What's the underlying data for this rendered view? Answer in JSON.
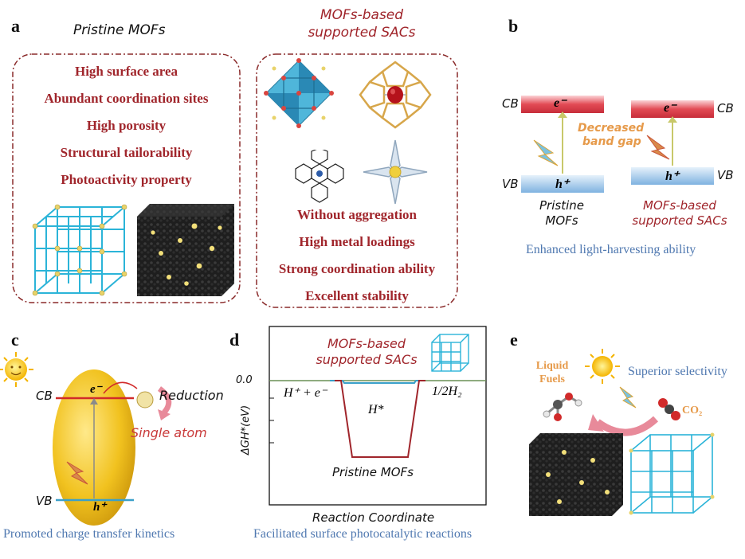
{
  "panel_a": {
    "letter": "a",
    "pristine_title": "Pristine MOFs",
    "sac_title_line1": "MOFs-based",
    "sac_title_line2": "supported SACs",
    "pristine_features": [
      "High surface area",
      "Abundant coordination sites",
      "High porosity",
      "Structural tailorability",
      "Photoactivity property"
    ],
    "sac_features": [
      "Without aggregation",
      "High metal loadings",
      "Strong coordination ability",
      "Excellent stability"
    ]
  },
  "panel_b": {
    "letter": "b",
    "cb": "CB",
    "vb": "VB",
    "electron": "e⁻",
    "hole": "h⁺",
    "decreased_line1": "Decreased",
    "decreased_line2": "band gap",
    "left_label_line1": "Pristine",
    "left_label_line2": "MOFs",
    "right_label_line1": "MOFs-based",
    "right_label_line2": "supported SACs",
    "caption": "Enhanced light-harvesting ability"
  },
  "panel_c": {
    "letter": "c",
    "cb": "CB",
    "vb": "VB",
    "electron": "e⁻",
    "hole": "h⁺",
    "reduction": "Reduction",
    "single_atom": "Single atom",
    "caption": "Promoted charge transfer kinetics"
  },
  "panel_d": {
    "letter": "d",
    "sac_line1": "MOFs-based",
    "sac_line2": "supported SACs",
    "zero": "0.0",
    "y_label": "ΔGH*(eV)",
    "reactant": "H⁺ + e⁻",
    "intermediate": "H*",
    "product": "1/2H₂",
    "pristine": "Pristine MOFs",
    "x_label": "Reaction Coordinate",
    "caption": "Facilitated surface photocatalytic reactions"
  },
  "panel_e": {
    "letter": "e",
    "liquid_line1": "Liquid",
    "liquid_line2": "Fuels",
    "superior": "Superior selectivity",
    "co2": "CO₂"
  },
  "colors": {
    "dark_red": "#a0252b",
    "caption_blue": "#4f78b0",
    "cage_cyan": "#2bb4d8",
    "node_yellow": "#e8d36a",
    "cb_red": "#e24b55",
    "vb_blue": "#7fb2e0",
    "orange": "#e69a4a"
  }
}
